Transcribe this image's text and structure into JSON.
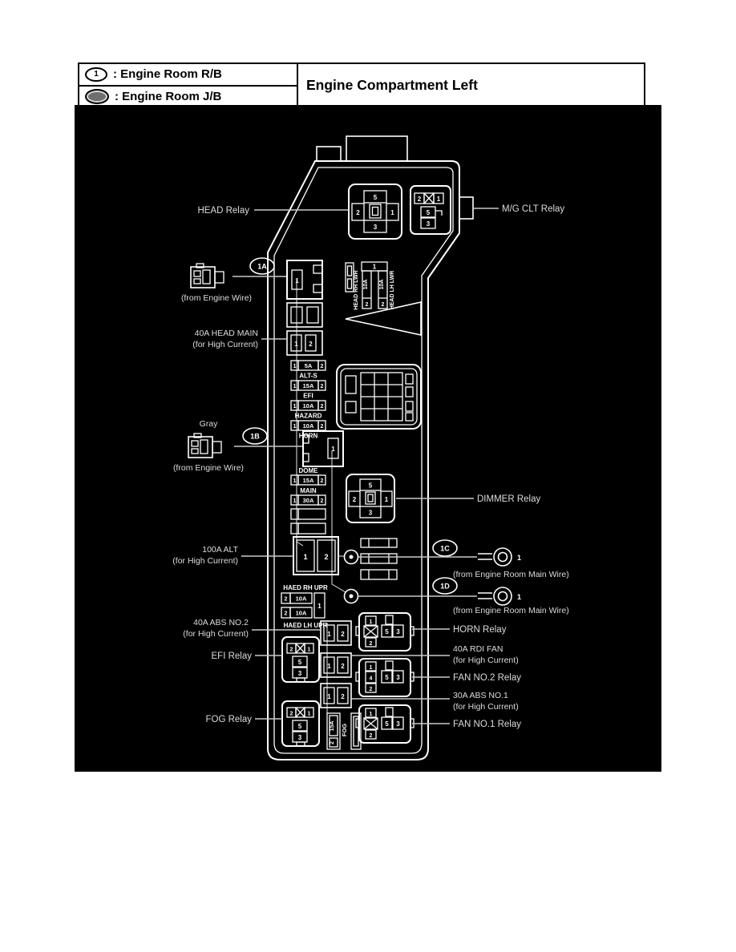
{
  "header": {
    "rows": [
      {
        "badge": "1",
        "label": ": Engine Room R/B"
      },
      {
        "label": ": Engine Room J/B"
      }
    ],
    "title": "Engine Compartment Left"
  },
  "pins": {
    "p1": "1",
    "p2": "2",
    "p3": "3",
    "p4": "4",
    "p5": "5"
  },
  "callouts": {
    "head_relay": "HEAD Relay",
    "mg_clt_relay": "M/G CLT Relay",
    "dimmer_relay": "DIMMER Relay",
    "horn_relay": "HORN Relay",
    "fan_no2_relay": "FAN NO.2 Relay",
    "fan_no1_relay": "FAN NO.1 Relay",
    "efi_relay": "EFI Relay",
    "fog_relay": "FOG Relay",
    "head_main_1": "40A HEAD MAIN",
    "head_main_2": "(for High Current)",
    "alt_1": "100A ALT",
    "alt_2": "(for High Current)",
    "abs_no2_1": "40A ABS NO.2",
    "abs_no2_2": "(for High Current)",
    "rdi_fan_1": "40A RDI FAN",
    "rdi_fan_2": "(for High Current)",
    "abs_no1_1": "30A ABS NO.1",
    "abs_no1_2": "(for High Current)",
    "from_engine_wire": "(from Engine Wire)",
    "gray": "Gray",
    "from_main_wire": "(from Engine Room Main Wire)",
    "c1a": "1A",
    "c1b": "1B",
    "c1c": "1C",
    "c1d": "1D",
    "ring_pin": "1"
  },
  "fuse_strip": {
    "rows": [
      {
        "l": "1",
        "amp": "5A",
        "r": "2",
        "name": "ALT-S"
      },
      {
        "l": "1",
        "amp": "15A",
        "r": "2",
        "name": "EFI"
      },
      {
        "l": "1",
        "amp": "10A",
        "r": "2",
        "name": "HAZARD"
      },
      {
        "l": "1",
        "amp": "10A",
        "r": "2",
        "name": "HORN"
      }
    ]
  },
  "dome_main": {
    "rows": [
      {
        "l": "1",
        "amp": "15A",
        "r": "2",
        "name": "DOME"
      },
      {
        "l": "1",
        "amp": "30A",
        "r": "2",
        "name": "MAIN"
      }
    ]
  },
  "head_lwr": {
    "label_rh": "HEAD RH LWR",
    "label_lh": "HEAD LH LWR",
    "bar": "1",
    "f1": {
      "n": "2",
      "amp": "10A"
    },
    "f2": {
      "n": "2",
      "amp": "10A"
    }
  },
  "haed_upr": {
    "label_rh": "HAED RH UPR",
    "label_lh": "HAED LH UPR",
    "bar": "1",
    "f1": {
      "n": "2",
      "amp": "10A"
    },
    "f2": {
      "n": "2",
      "amp": "10A"
    }
  },
  "fog_fuse": {
    "n": "2",
    "amp": "15A",
    "name": "FOG"
  }
}
